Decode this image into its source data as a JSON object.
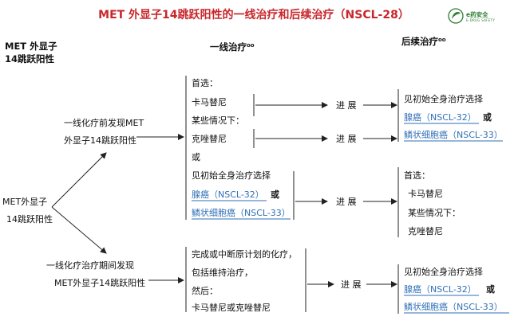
{
  "title": "MET 外显子14跳跃阳性的一线治疗和后续治疗（NSCL-28）",
  "logo": {
    "icon": "e-pill-logo-icon",
    "name": "e药安全",
    "sub": "E-DRUG SAFETY",
    "color": "#2e7d32"
  },
  "colors": {
    "title": "#c8262b",
    "link": "#2f6fb6",
    "text": "#111111"
  },
  "headers": {
    "condition_line1": "MET 外显子",
    "condition_line2": "14跳跃阳性",
    "first_line": "一线治疗",
    "first_line_sup": "oo",
    "subsequent": "后续治疗",
    "subsequent_sup": "oo"
  },
  "root": {
    "line1": "MET外显子",
    "line2": "14跳跃阳性"
  },
  "branch_before": {
    "line1": "一线化疗前发现MET",
    "line2": "外显子14跳跃阳性"
  },
  "branch_during": {
    "line1": "一线化疗治疗期间发现",
    "line2": "MET外显子14跳跃阳性"
  },
  "first_line_top": {
    "preferred": "首选：",
    "capmatinib": "卡马替尼",
    "certain": "某些情况下：",
    "crizotinib": "克唑替尼",
    "or": "或",
    "see_initial": "见初始全身治疗选择",
    "adeno": "腺癌（NSCL-32）",
    "or_bold": "或",
    "squamous": "鳞状细胞癌（NSCL-33）"
  },
  "first_line_bottom": {
    "line1": "完成或中断原计划的化疗，",
    "line2": "包括维持治疗，",
    "line3": "然后：",
    "line4": "卡马替尼或克唑替尼"
  },
  "progress": {
    "label": "进 展"
  },
  "subsequent_1": {
    "see_initial": "见初始全身治疗选择",
    "adeno": "腺癌（NSCL-32）",
    "or_bold": "或",
    "squamous": "鳞状细胞癌（NSCL-33）"
  },
  "subsequent_2": {
    "preferred": "首选：",
    "capmatinib": "卡马替尼",
    "certain": "某些情况下：",
    "crizotinib": "克唑替尼"
  },
  "subsequent_3": {
    "see_initial": "见初始全身治疗选择",
    "adeno": "腺癌（NSCL-32）",
    "or_bold": "或",
    "squamous": "鳞状细胞癌（NSCL-33）"
  }
}
